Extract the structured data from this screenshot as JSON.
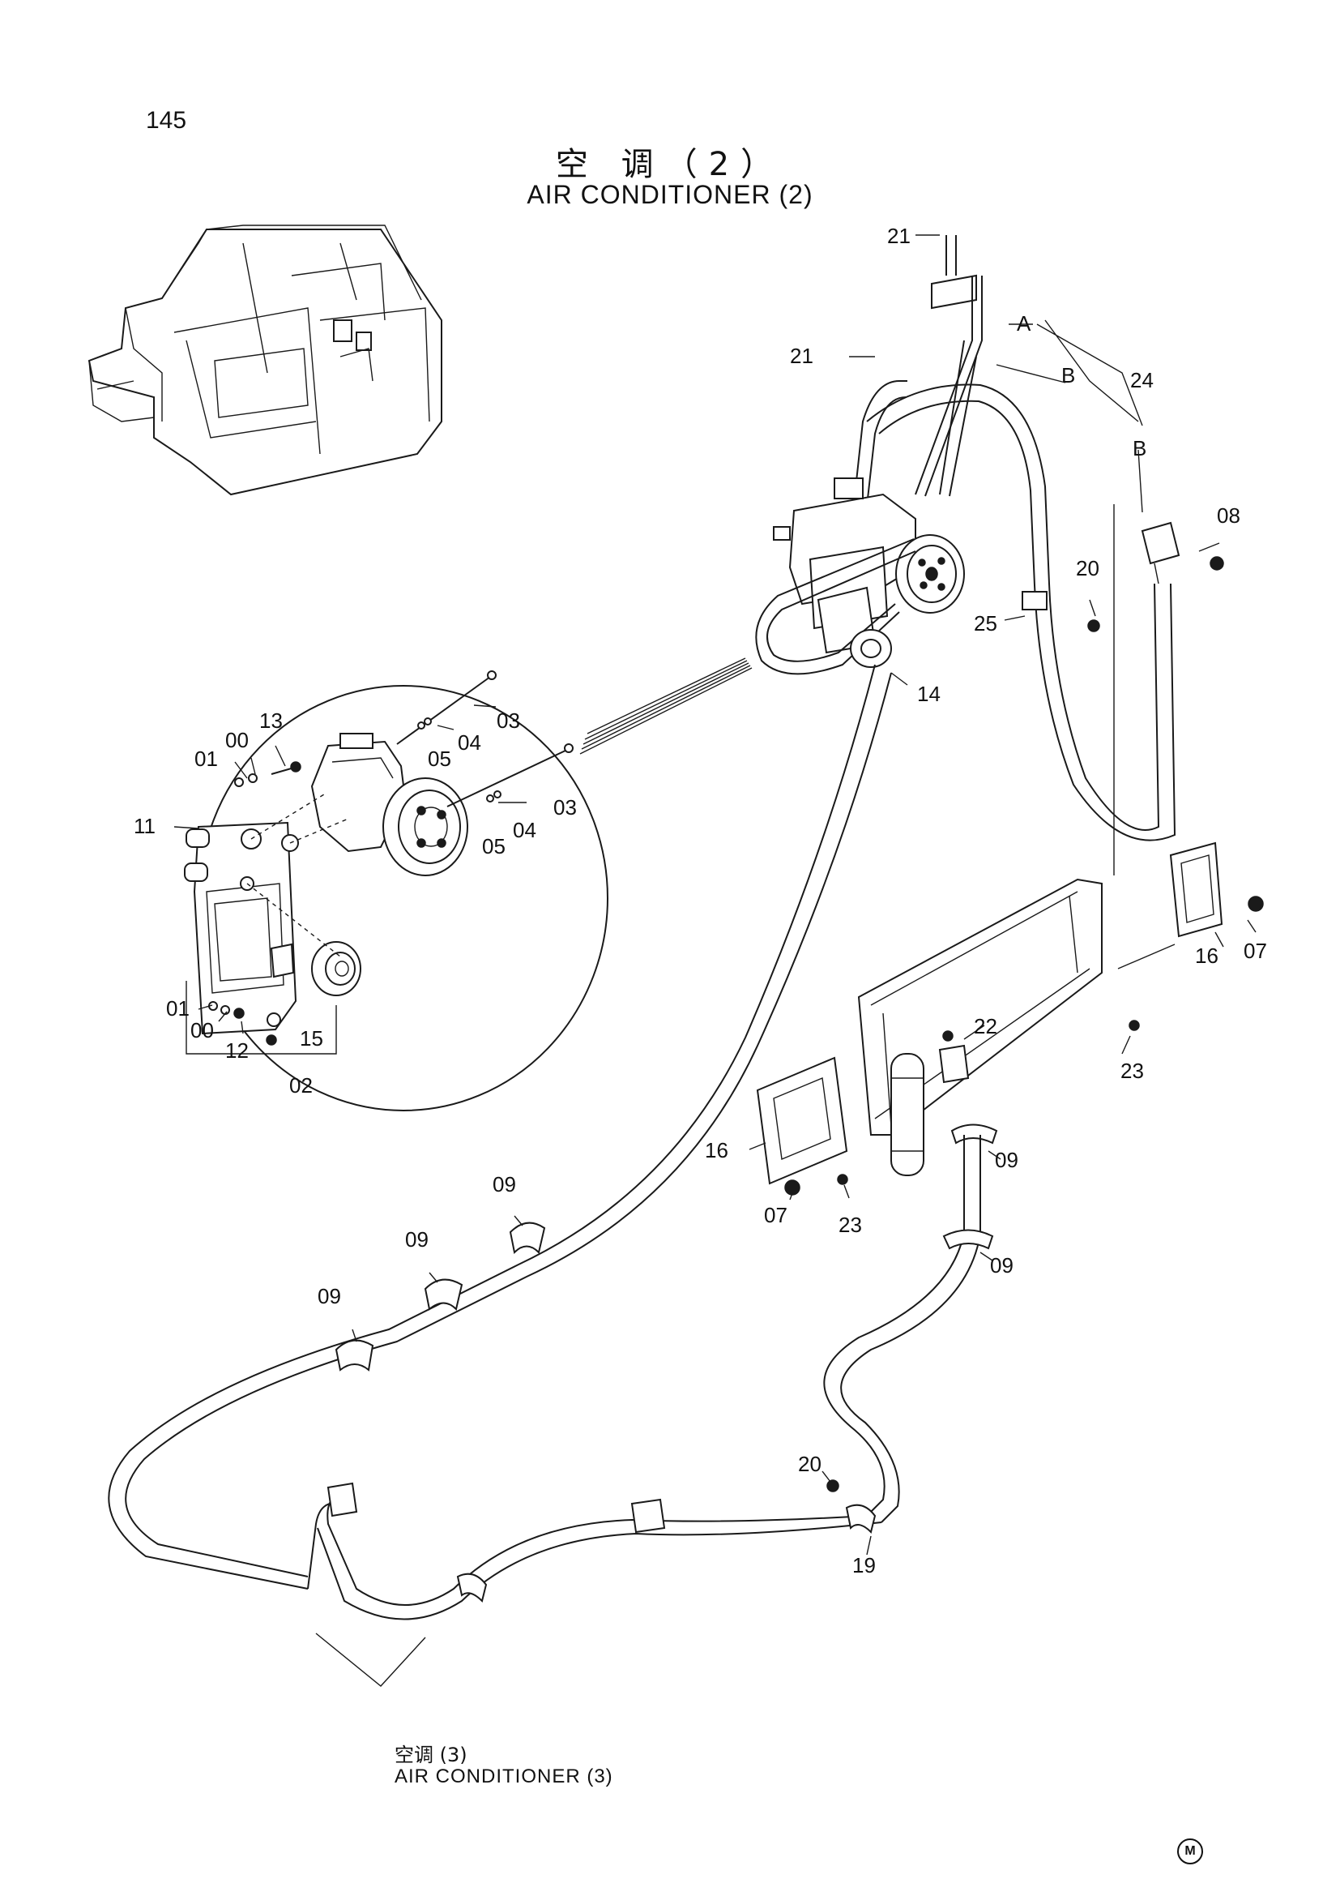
{
  "page_number": "145",
  "title_cn": "空 调（2）",
  "title_en": "AIR CONDITIONER (2)",
  "reference": {
    "cn": "空调 (3)",
    "en": "AIR CONDITIONER (3)"
  },
  "mark": "M",
  "callouts": {
    "p21a": "21",
    "p21b": "21",
    "A": "A",
    "B1": "B",
    "B2": "B",
    "p24": "24",
    "p08": "08",
    "p20a": "20",
    "p25": "25",
    "p14": "14",
    "p13": "13",
    "p00a": "00",
    "p01a": "01",
    "p03a": "03",
    "p04a": "04",
    "p05a": "05",
    "p03b": "03",
    "p04b": "04",
    "p05b": "05",
    "p11": "11",
    "p01b": "01",
    "p00b": "00",
    "p12": "12",
    "p15": "15",
    "p02": "02",
    "p16a": "16",
    "p07a": "07",
    "p22": "22",
    "p23a": "23",
    "p16b": "16",
    "p07b": "07",
    "p23b": "23",
    "p09a": "09",
    "p09b": "09",
    "p09c": "09",
    "p09d": "09",
    "p09e": "09",
    "p20b": "20",
    "p19": "19"
  }
}
